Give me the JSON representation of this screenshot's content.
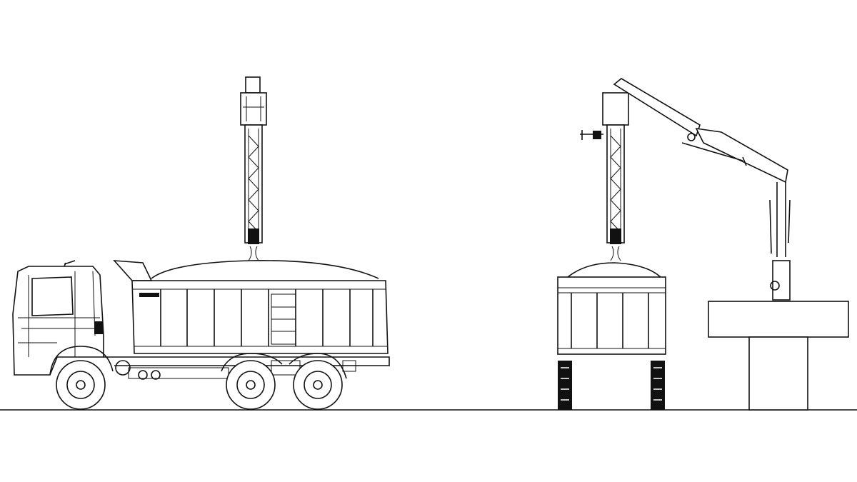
{
  "diagram": {
    "elements": [
      "dump-truck",
      "vertical-unloader",
      "hopper-bin",
      "knuckle-boom-crane-unloader",
      "crane-pedestal",
      "ground-line"
    ],
    "line_color": "#111111",
    "background": "#ffffff"
  }
}
